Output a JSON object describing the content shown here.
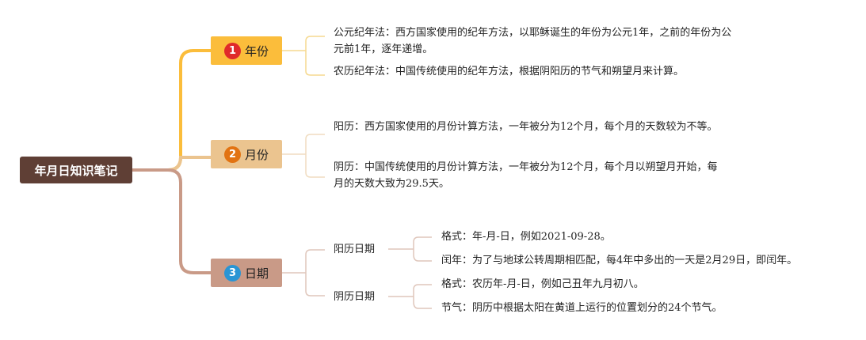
{
  "root": {
    "label": "年月日知识笔记"
  },
  "branches": [
    {
      "number": "1",
      "label": "年份",
      "items": [
        "公元纪年法：西方国家使用的纪年方法，以耶稣诞生的年份为公元1年，之前的年份为公元前1年，逐年递增。",
        "农历纪年法：中国传统使用的纪年方法，根据阴阳历的节气和朔望月来计算。"
      ]
    },
    {
      "number": "2",
      "label": "月份",
      "items": [
        "阳历：西方国家使用的月份计算方法，一年被分为12个月，每个月的天数较为不等。",
        "阴历：中国传统使用的月份计算方法，一年被分为12个月，每个月以朔望月开始，每月的天数大致为29.5天。"
      ]
    },
    {
      "number": "3",
      "label": "日期",
      "groups": [
        {
          "label": "阳历日期",
          "items": [
            "格式：年-月-日，例如2021-09-28。",
            "闰年：为了与地球公转周期相匹配，每4年中多出的一天是2月29日，即闰年。"
          ]
        },
        {
          "label": "阴历日期",
          "items": [
            "格式：农历年-月-日，例如己丑年九月初八。",
            "节气：阴历中根据太阳在黄道上运行的位置划分的24个节气。"
          ]
        }
      ]
    }
  ],
  "colors": {
    "root": "#5f3f35",
    "branch1": "#fbbd3b",
    "branch2": "#ebc48f",
    "branch3": "#c99a87",
    "badge1": "#e02a2a",
    "badge2": "#e27312",
    "badge3": "#2a95d4"
  }
}
